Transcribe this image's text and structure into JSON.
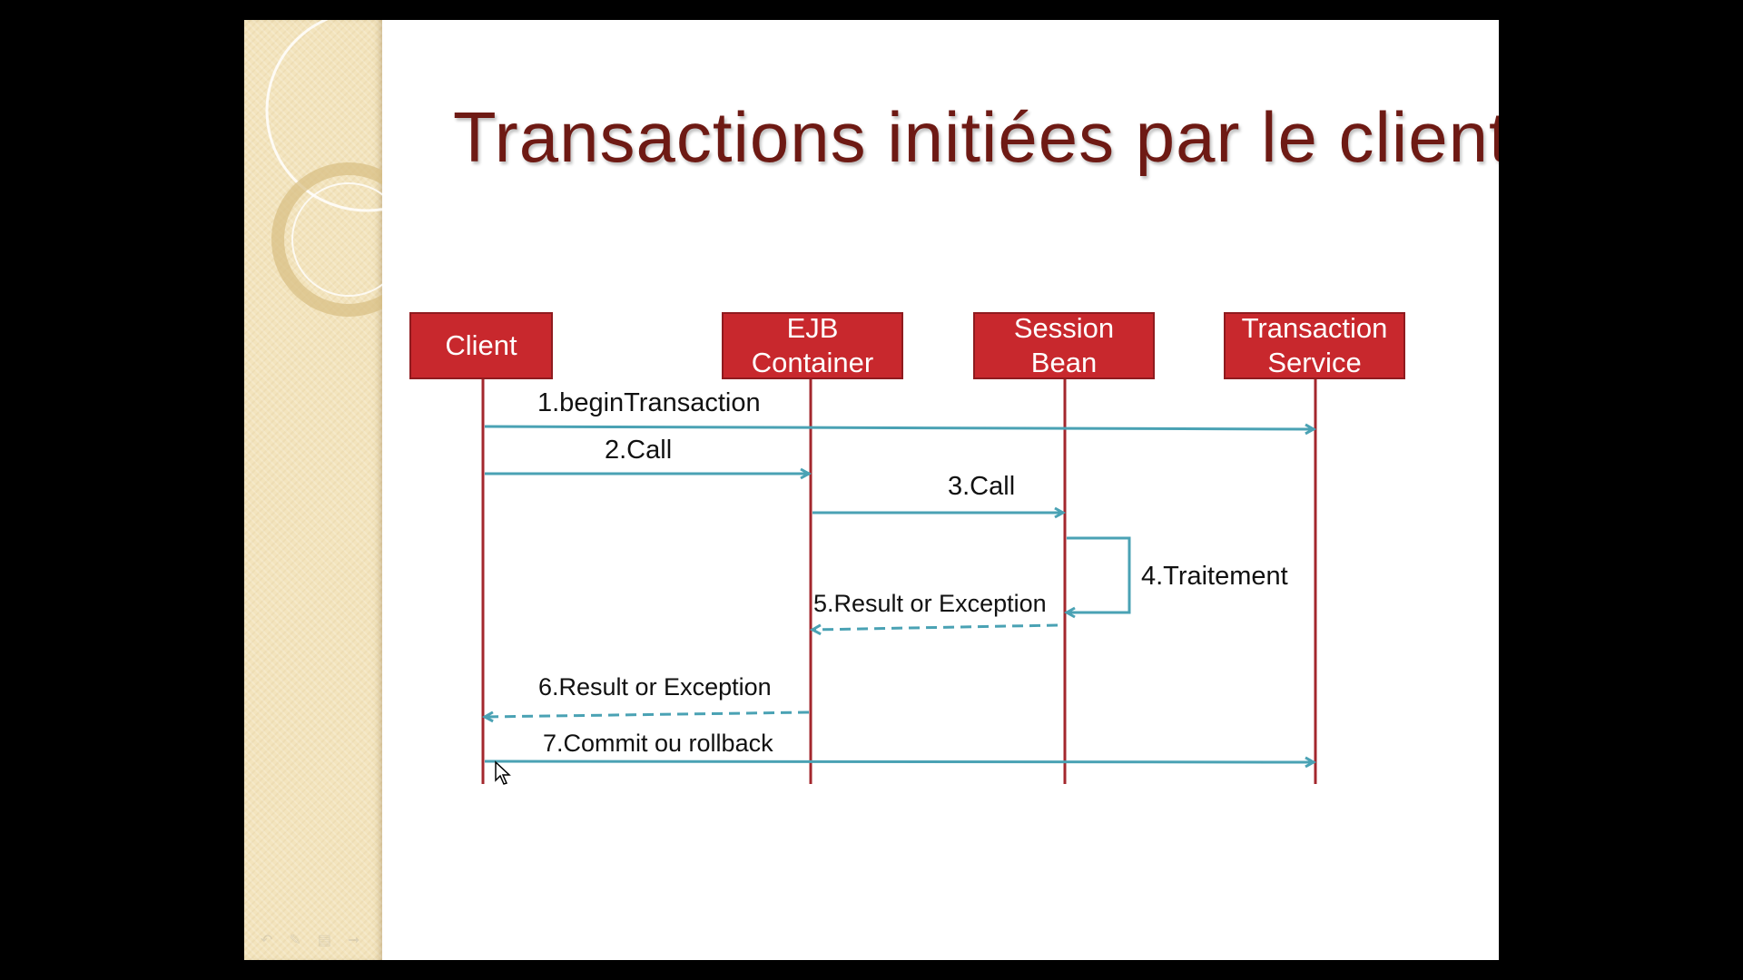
{
  "slide": {
    "title": "Transactions initiées par le client"
  },
  "colors": {
    "title": "#6e1a14",
    "actor_box": "#c8282d",
    "lifeline": "#a3272d",
    "message": "#4aa2b4",
    "side_panel": "#f3e4bd"
  },
  "actors": {
    "client": "Client",
    "ejb_container": "EJB\nContainer",
    "session_bean": "Session\nBean",
    "transaction_service": "Transaction\nService"
  },
  "messages": {
    "m1": "1.beginTransaction",
    "m2": "2.Call",
    "m3": "3.Call",
    "m4": "4.Traitement",
    "m5": "5.Result or Exception",
    "m6": "6.Result or Exception",
    "m7": "7.Commit ou rollback"
  },
  "footer_icons": [
    "back-icon",
    "pen-icon",
    "menu-icon",
    "forward-icon"
  ]
}
